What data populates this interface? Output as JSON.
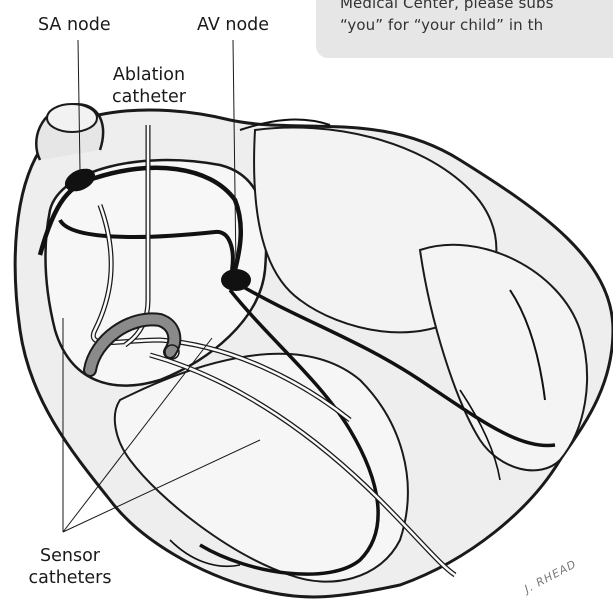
{
  "note": {
    "line1": "Medical Center, please subs",
    "line2": "“you” for “your child” in th"
  },
  "labels": {
    "sa_node": "SA node",
    "av_node": "AV node",
    "ablation_line1": "Ablation",
    "ablation_line2": "catheter",
    "sensor_line1": "Sensor",
    "sensor_line2": "catheters"
  },
  "signature": "J. RHEAD",
  "colors": {
    "outline": "#1a1a1a",
    "tissue": "#e9e9e9",
    "chamber": "#f7f7f7",
    "catheter_tip": "#8a8a8a",
    "note_bg": "#e6e6e6"
  }
}
